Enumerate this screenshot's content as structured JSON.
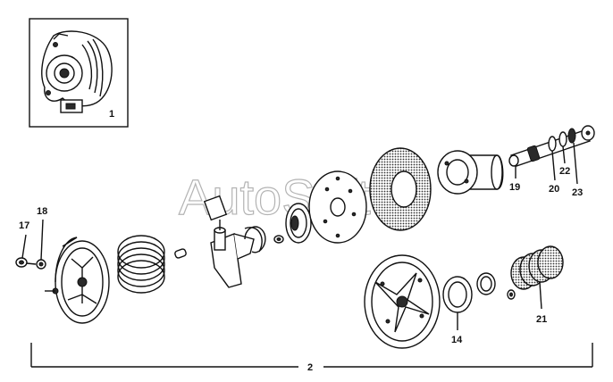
{
  "diagram": {
    "watermark": "AutoSoft",
    "callouts": [
      {
        "id": "c1",
        "label": "1"
      },
      {
        "id": "c2",
        "label": "2"
      },
      {
        "id": "c14",
        "label": "14"
      },
      {
        "id": "c17",
        "label": "17"
      },
      {
        "id": "c18",
        "label": "18"
      },
      {
        "id": "c19",
        "label": "19"
      },
      {
        "id": "c20",
        "label": "20"
      },
      {
        "id": "c21",
        "label": "21"
      },
      {
        "id": "c22",
        "label": "22"
      },
      {
        "id": "c23",
        "label": "23"
      }
    ]
  }
}
